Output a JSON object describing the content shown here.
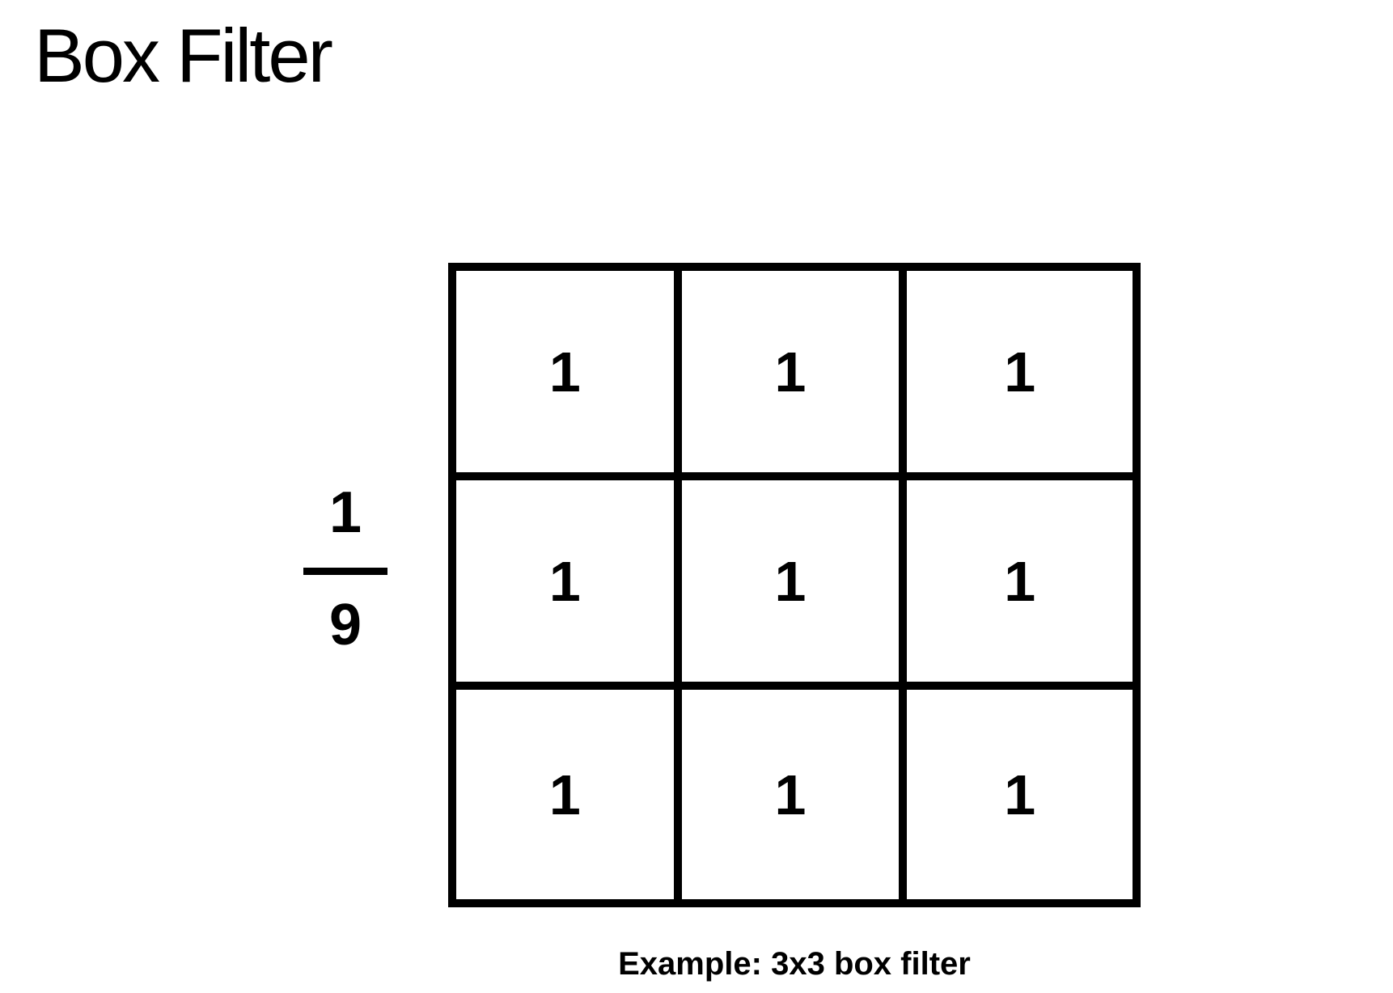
{
  "title": "Box Filter",
  "fraction": {
    "numerator": "1",
    "denominator": "9"
  },
  "kernel": {
    "rows": 3,
    "cols": 3,
    "cells": [
      [
        "1",
        "1",
        "1"
      ],
      [
        "1",
        "1",
        "1"
      ],
      [
        "1",
        "1",
        "1"
      ]
    ]
  },
  "caption": "Example: 3x3 box filter",
  "colors": {
    "ink": "#000000",
    "background": "#ffffff"
  }
}
